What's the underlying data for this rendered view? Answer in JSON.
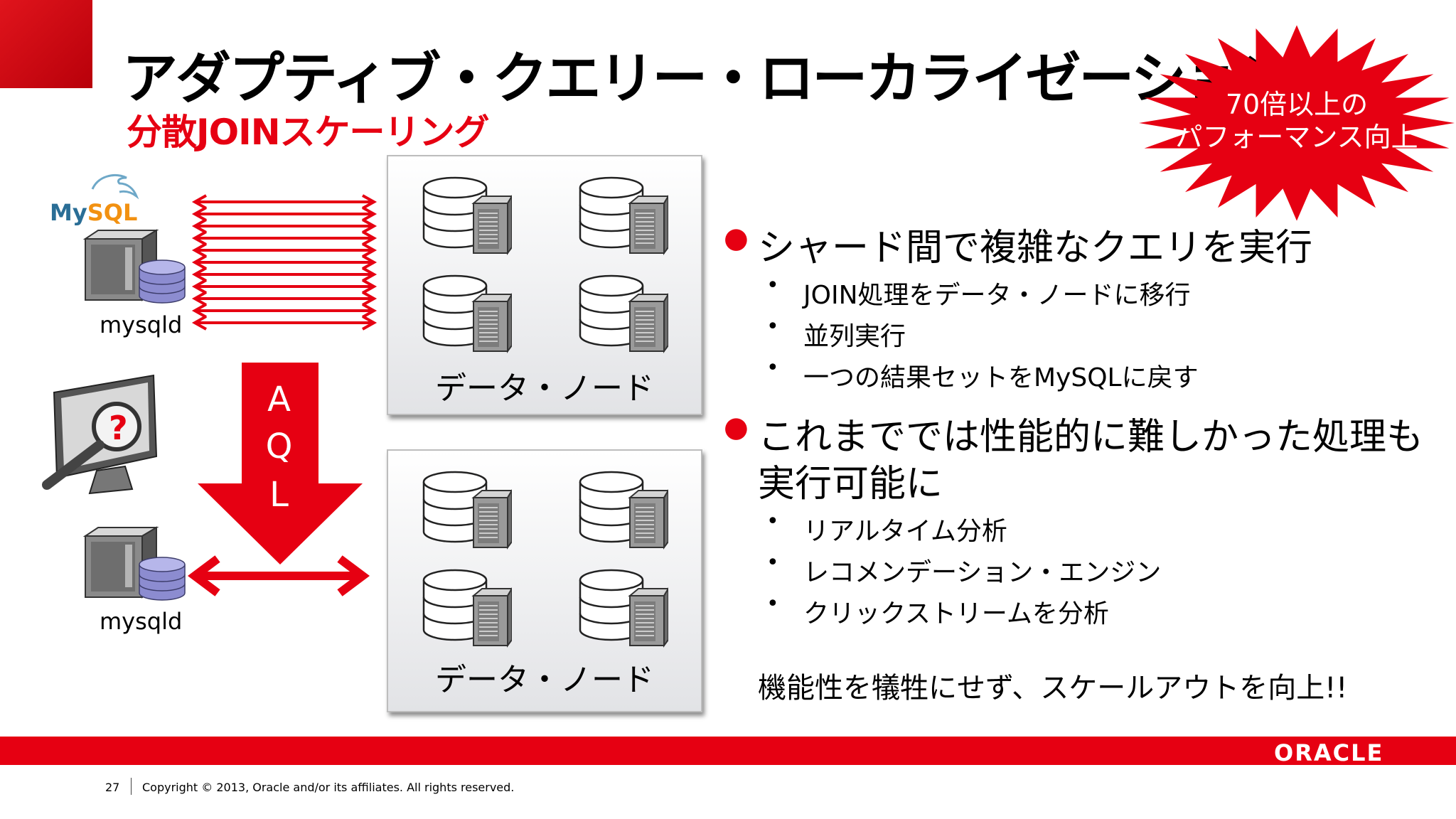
{
  "slide": {
    "title": "アダプティブ・クエリー・ローカライゼーション",
    "subtitle": "分散JOINスケーリング"
  },
  "burst": {
    "line1": "70倍以上の",
    "line2": "パフォーマンス向上",
    "color": "#e60012"
  },
  "diagram": {
    "mysql_logo_text": "MySQL",
    "mysqld_top": "mysqld",
    "mysqld_bottom": "mysqld",
    "aql_letters": [
      "A",
      "Q",
      "L"
    ],
    "node_group_top_label": "データ・ノード",
    "node_group_bottom_label": "データ・ノード",
    "question_mark": "?"
  },
  "bullets": [
    {
      "text": "シャード間で複雑なクエリを実行",
      "sub": [
        "JOIN処理をデータ・ノードに移行",
        "並列実行",
        "一つの結果セットをMySQLに戻す"
      ]
    },
    {
      "text_line1": "これまででは性能的に難しかった処理も",
      "text_line2": "実行可能に",
      "sub": [
        "リアルタイム分析",
        "レコメンデーション・エンジン",
        "クリックストリームを分析"
      ]
    }
  ],
  "closing": "機能性を犠牲にせず、スケールアウトを向上!!",
  "footer": {
    "page_number": "27",
    "copyright": "Copyright © 2013, Oracle and/or its affiliates. All rights reserved.",
    "logo_text": "ORACLE",
    "bar_color": "#e60012"
  },
  "icons": [
    "mysql-dolphin-icon",
    "server-with-database-icon",
    "monitor-with-magnifier-icon",
    "database-server-icon",
    "bidirectional-arrow-icon",
    "down-arrow-icon"
  ]
}
